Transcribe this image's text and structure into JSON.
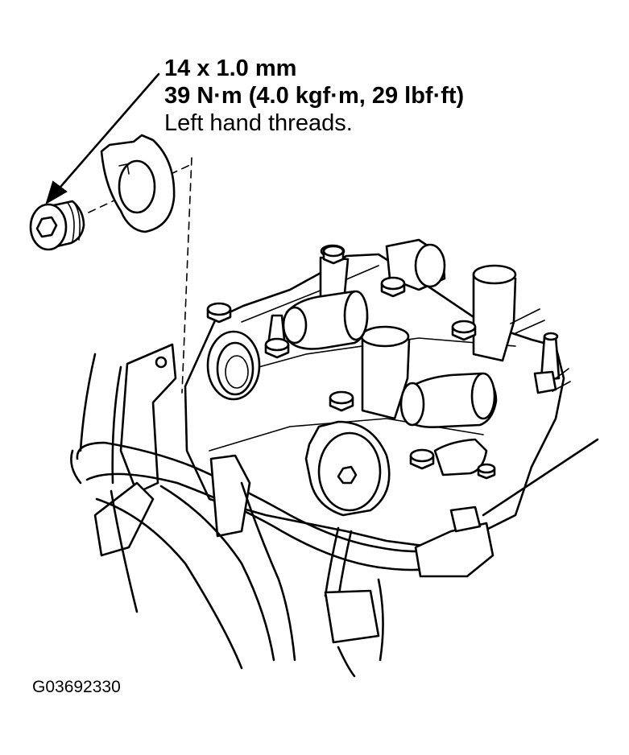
{
  "callout": {
    "size": "14 x 1.0 mm",
    "torque": "39 N·m (4.0 kgf·m, 29 lbf·ft)",
    "note": "Left hand threads."
  },
  "figure_id": "G03692330",
  "colors": {
    "line": "#000000",
    "background": "#ffffff"
  }
}
